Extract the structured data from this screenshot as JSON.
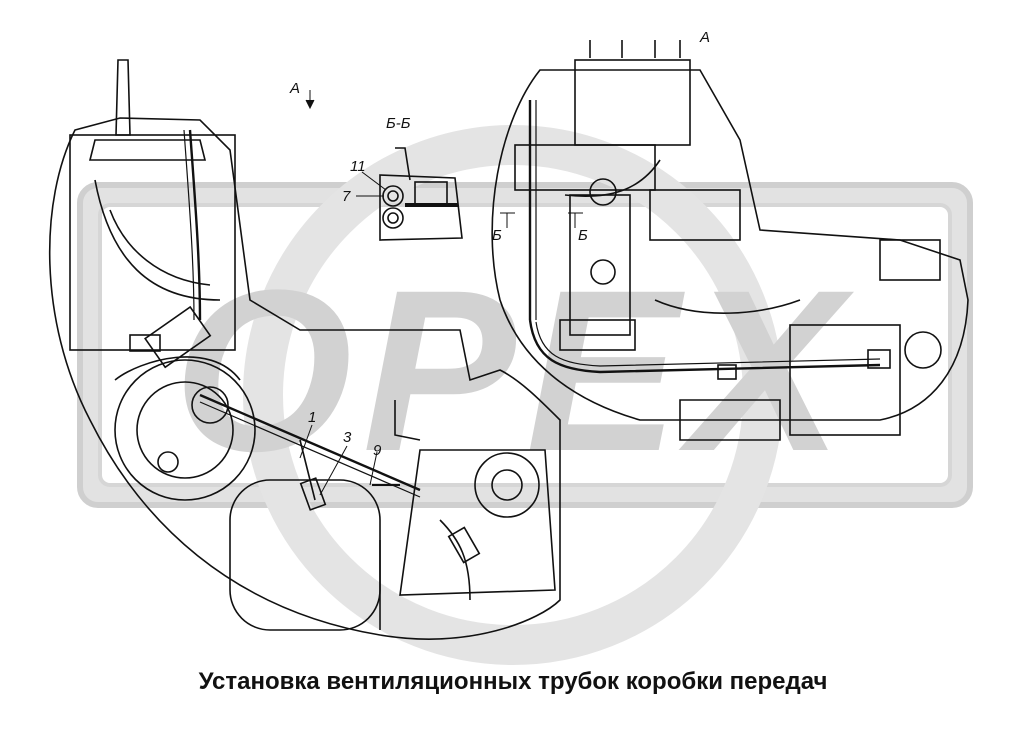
{
  "title": "Установка вентиляционных трубок коробки передач",
  "labels": {
    "view_a_top": "A",
    "view_a_left": "A",
    "section_bb": "Б-Б",
    "section_mark_b1": "Б",
    "section_mark_b2": "Б",
    "callout_1": "1",
    "callout_3": "3",
    "callout_7": "7",
    "callout_9": "9",
    "callout_11": "11"
  },
  "watermark": {
    "text": "OPEX",
    "color": "#c9c9c9"
  },
  "colors": {
    "line": "#111111",
    "background": "#ffffff"
  }
}
